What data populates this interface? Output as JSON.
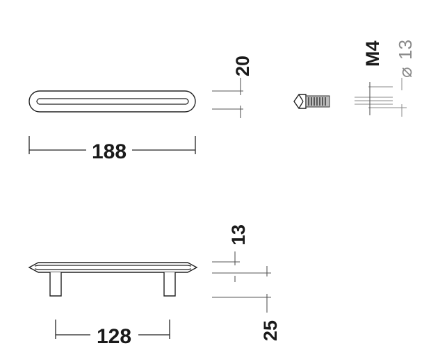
{
  "drawing": {
    "top_view": {
      "length_label": "188",
      "width_label": "20"
    },
    "screw": {
      "thread_label": "M4",
      "diameter_symbol": "⌀",
      "diameter_label": "13"
    },
    "side_view": {
      "height_top_label": "13",
      "height_total_label": "25",
      "center_distance_label": "128"
    },
    "colors": {
      "ink": "#222222",
      "grey_ink": "#8a8a8a"
    }
  }
}
